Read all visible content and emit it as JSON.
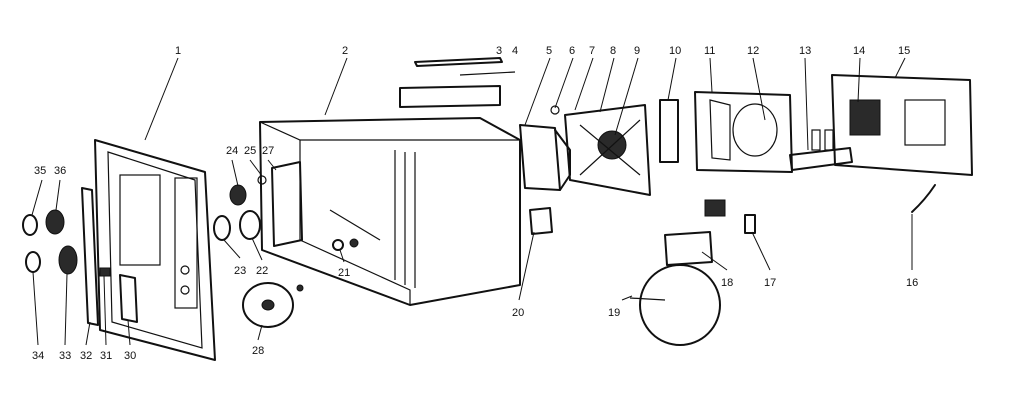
{
  "callouts": {
    "c1": "1",
    "c2": "2",
    "c3": "3",
    "c4": "4",
    "c5": "5",
    "c6": "6",
    "c7": "7",
    "c8": "8",
    "c9": "9",
    "c10": "10",
    "c11": "11",
    "c12": "12",
    "c13": "13",
    "c14": "14",
    "c15": "15",
    "c16": "16",
    "c17": "17",
    "c18": "18",
    "c19": "19",
    "c20": "20",
    "c21": "21",
    "c22": "22",
    "c23": "23",
    "c24": "24",
    "c25": "25",
    "c27": "27",
    "c28": "28",
    "c30": "30",
    "c31": "31",
    "c32": "32",
    "c33": "33",
    "c34": "34",
    "c35": "35",
    "c36": "36"
  }
}
